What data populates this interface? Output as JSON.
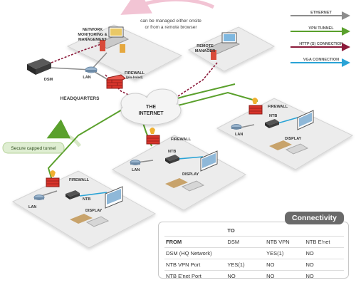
{
  "labels": {
    "managed_line1": "can be managed either onsite",
    "managed_line2": "or from a remote browser",
    "netmon_line1": "NETWORK",
    "netmon_line2": "MONITORING &",
    "netmon_line3": "MANAGEMENT",
    "remote_line1": "REMOTE",
    "remote_line2": "MANAGER",
    "dsm": "DSM",
    "lan_hq": "LAN",
    "firewall_hq": "FIREWALL",
    "firewall_hq_sub": "(pin-holed)",
    "headquarters": "HEADQUARTERS",
    "internet_line1": "THE",
    "internet_line2": "INTERNET",
    "secure_tunnel": "Secure capped tunnel",
    "firewall_left": "FIREWALL",
    "ntb_left": "NTB",
    "lan_left": "LAN",
    "display_left": "DISPLAY",
    "firewall_mid": "FIREWALL",
    "ntb_mid": "NTB",
    "lan_mid": "LAN",
    "display_mid": "DISPLAY",
    "firewall_right": "FIREWALL",
    "ntb_right": "NTB",
    "lan_right": "LAN",
    "display_right": "DISPLAY"
  },
  "legend": [
    {
      "label": "ETHERNET",
      "color": "#8c8c8c"
    },
    {
      "label": "VPN TUNNEL",
      "color": "#5aa02c"
    },
    {
      "label": "HTTP (S) CONNECTION",
      "color": "#8b1a3a"
    },
    {
      "label": "VGA CONNECTION",
      "color": "#29a3d6"
    }
  ],
  "connectivity": {
    "title": "Connectivity",
    "to_label": "TO",
    "from_label": "FROM",
    "columns": [
      "DSM",
      "NTB VPN",
      "NTB E'net"
    ],
    "rows": [
      {
        "label": "DSM (HQ Network)",
        "cells": [
          "",
          "YES(1)",
          "NO"
        ]
      },
      {
        "label": "NTB VPN Port",
        "cells": [
          "YES(1)",
          "NO",
          "NO"
        ]
      },
      {
        "label": "NTB E'net Port",
        "cells": [
          "NO",
          "NO",
          "NO"
        ]
      }
    ]
  },
  "colors": {
    "ethernet": "#8c8c8c",
    "vpn": "#5aa02c",
    "http": "#8b1a3a",
    "vga": "#29a3d6",
    "firewall": "#d9342b",
    "platform": "#ececec",
    "cloud": "#f4f4f4"
  }
}
